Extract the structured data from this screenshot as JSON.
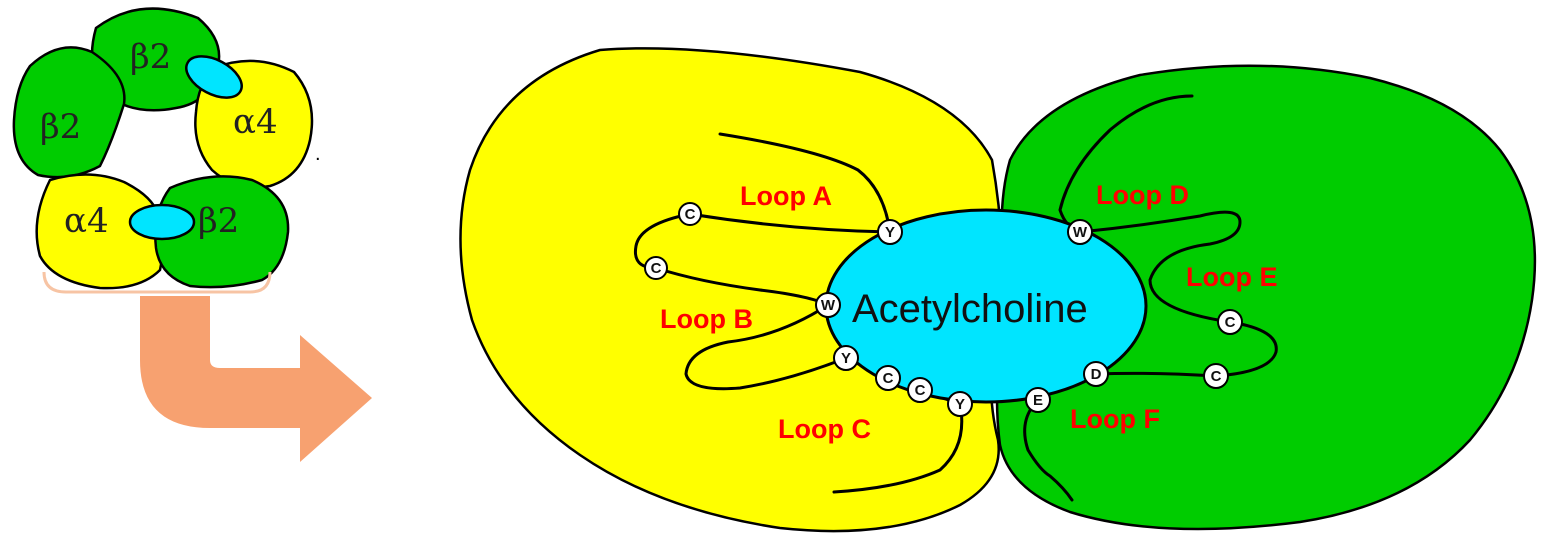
{
  "colors": {
    "alpha_subunit": "#ffff00",
    "beta_subunit": "#00cc00",
    "binding_site": "#00e5ff",
    "loop_text": "#ff0000",
    "arrow": "#f7a170"
  },
  "receptor_overview": {
    "subunits": [
      {
        "label": "β2"
      },
      {
        "label": "β2"
      },
      {
        "label": "α4"
      },
      {
        "label": "α4"
      },
      {
        "label": "β2"
      }
    ]
  },
  "binding_pocket": {
    "ligand_label": "Acetylcholine",
    "loops": [
      {
        "label": "Loop A"
      },
      {
        "label": "Loop B"
      },
      {
        "label": "Loop C"
      },
      {
        "label": "Loop D"
      },
      {
        "label": "Loop E"
      },
      {
        "label": "Loop F"
      }
    ],
    "residues": [
      {
        "letter": "C"
      },
      {
        "letter": "C"
      },
      {
        "letter": "Y"
      },
      {
        "letter": "W"
      },
      {
        "letter": "Y"
      },
      {
        "letter": "C"
      },
      {
        "letter": "C"
      },
      {
        "letter": "Y"
      },
      {
        "letter": "W"
      },
      {
        "letter": "C"
      },
      {
        "letter": "C"
      },
      {
        "letter": "D"
      },
      {
        "letter": "E"
      }
    ]
  }
}
